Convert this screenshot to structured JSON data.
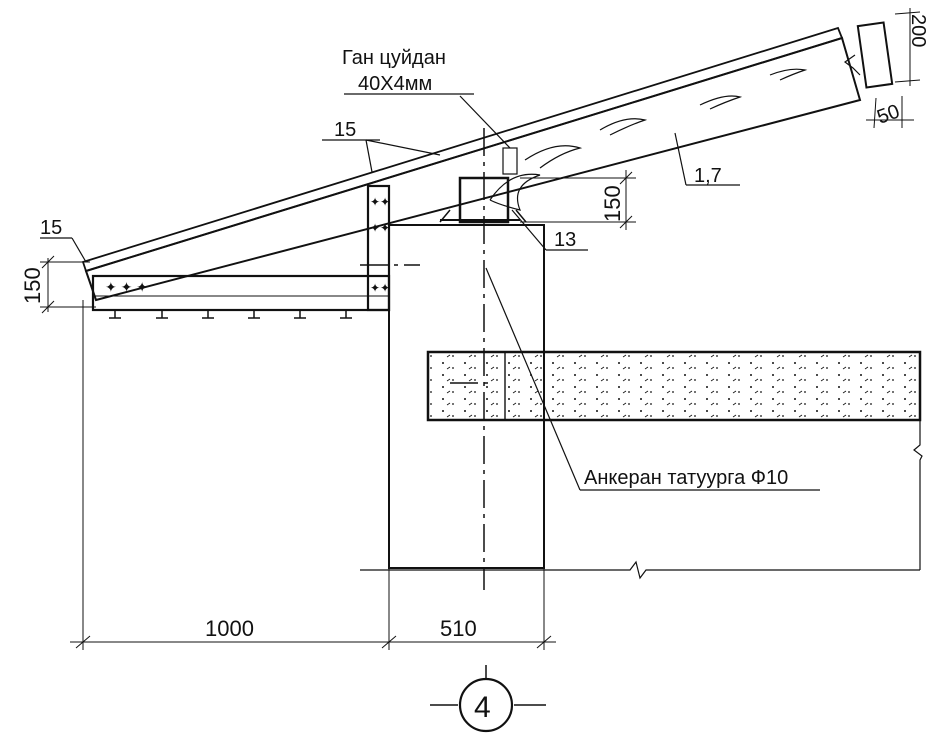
{
  "labels": {
    "steel_strap_line1": "Ган цуйдан",
    "steel_strap_line2": "40X4мм",
    "anchor_bolt": "Анкеран татуурга Ф10",
    "layer_15_top": "15",
    "layer_15_left": "15",
    "mark_1_7": "1,7",
    "mark_13": "13",
    "detail_number": "4"
  },
  "dimensions": {
    "overhang_width": "1000",
    "wall_width": "510",
    "cornice_height": "150",
    "plate_height": "150",
    "rafter_height": "200",
    "rafter_width": "50"
  },
  "colors": {
    "ink": "#111111",
    "paper": "#ffffff"
  }
}
